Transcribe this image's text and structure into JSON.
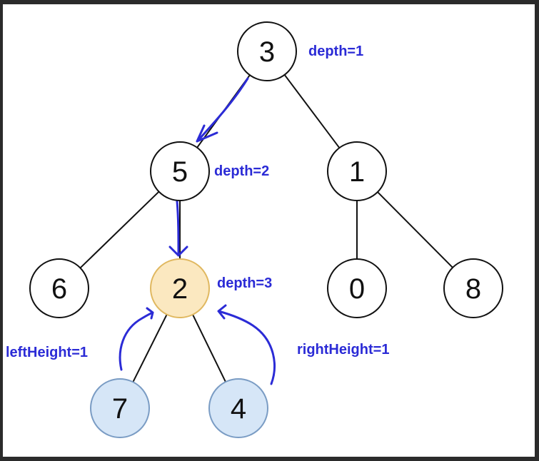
{
  "tree": {
    "nodes": [
      {
        "id": "n3",
        "label": "3",
        "style": "plain"
      },
      {
        "id": "n5",
        "label": "5",
        "style": "plain"
      },
      {
        "id": "n1",
        "label": "1",
        "style": "plain"
      },
      {
        "id": "n6",
        "label": "6",
        "style": "plain"
      },
      {
        "id": "n2",
        "label": "2",
        "style": "highlight"
      },
      {
        "id": "n0",
        "label": "0",
        "style": "plain"
      },
      {
        "id": "n8",
        "label": "8",
        "style": "plain"
      },
      {
        "id": "n7",
        "label": "7",
        "style": "leaf"
      },
      {
        "id": "n4",
        "label": "4",
        "style": "leaf"
      }
    ],
    "edges": [
      [
        "n3",
        "n5"
      ],
      [
        "n3",
        "n1"
      ],
      [
        "n5",
        "n6"
      ],
      [
        "n5",
        "n2"
      ],
      [
        "n1",
        "n0"
      ],
      [
        "n1",
        "n8"
      ],
      [
        "n2",
        "n7"
      ],
      [
        "n2",
        "n4"
      ]
    ]
  },
  "annotations": {
    "depth_root": "depth=1",
    "depth_level2": "depth=2",
    "depth_level3": "depth=3",
    "left_height": "leftHeight=1",
    "right_height": "rightHeight=1"
  },
  "colors": {
    "annotation": "#2b2bd6",
    "plain_fill": "#ffffff",
    "highlight_fill": "#fbe8c0",
    "highlight_stroke": "#e0b860",
    "leaf_fill": "#d6e6f7",
    "leaf_stroke": "#7a9cc4",
    "edge": "#111111"
  }
}
